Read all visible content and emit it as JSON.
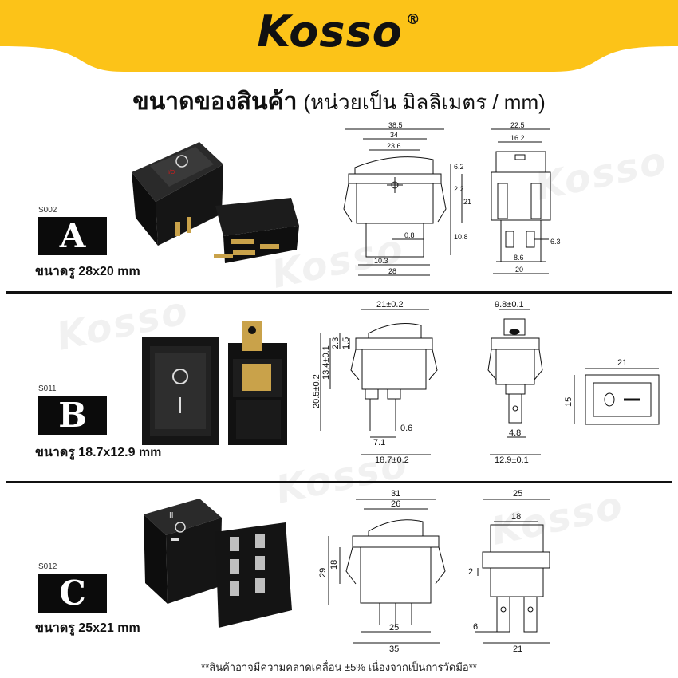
{
  "brand": {
    "name": "Kosso",
    "trademark": "®"
  },
  "heading": {
    "main": "ขนาดของสินค้า",
    "sub": "(หน่วยเป็น มิลลิเมตร / mm)"
  },
  "products": [
    {
      "code": "S002",
      "letter": "A",
      "hole": "ขนาดรู 28x20 mm",
      "front_dims": [
        "38.5",
        "34",
        "23.6",
        "6.2",
        "2.2",
        "21",
        "10.8",
        "0.8",
        "10.3",
        "28"
      ],
      "side_dims": [
        "22.5",
        "16.2",
        "6.3",
        "8.6",
        "20"
      ]
    },
    {
      "code": "S011",
      "letter": "B",
      "hole": "ขนาดรู 18.7x12.9 mm",
      "front_dims": [
        "21±0.2",
        "20.5±0.2",
        "13.4±0.1",
        "2.3",
        "1.5",
        "0.6",
        "7.1",
        "18.7±0.2"
      ],
      "side_dims": [
        "9.8±0.1",
        "4.8",
        "12.9±0.1"
      ],
      "top_dims": [
        "21",
        "15"
      ]
    },
    {
      "code": "S012",
      "letter": "C",
      "hole": "ขนาดรู 25x21 mm",
      "front_dims": [
        "31",
        "26",
        "29",
        "18",
        "25",
        "35"
      ],
      "side_dims": [
        "25",
        "18",
        "2",
        "6",
        "21"
      ]
    }
  ],
  "footer": {
    "note": "**สินค้าอาจมีความคลาดเคลื่อน ±5% เนื่องจากเป็นการวัดมือ**"
  },
  "colors": {
    "banner": "#fcc318",
    "text": "#111111",
    "box": "#0b0b0b",
    "device": "#1c1c1c",
    "red_mark": "#c81e1e"
  }
}
